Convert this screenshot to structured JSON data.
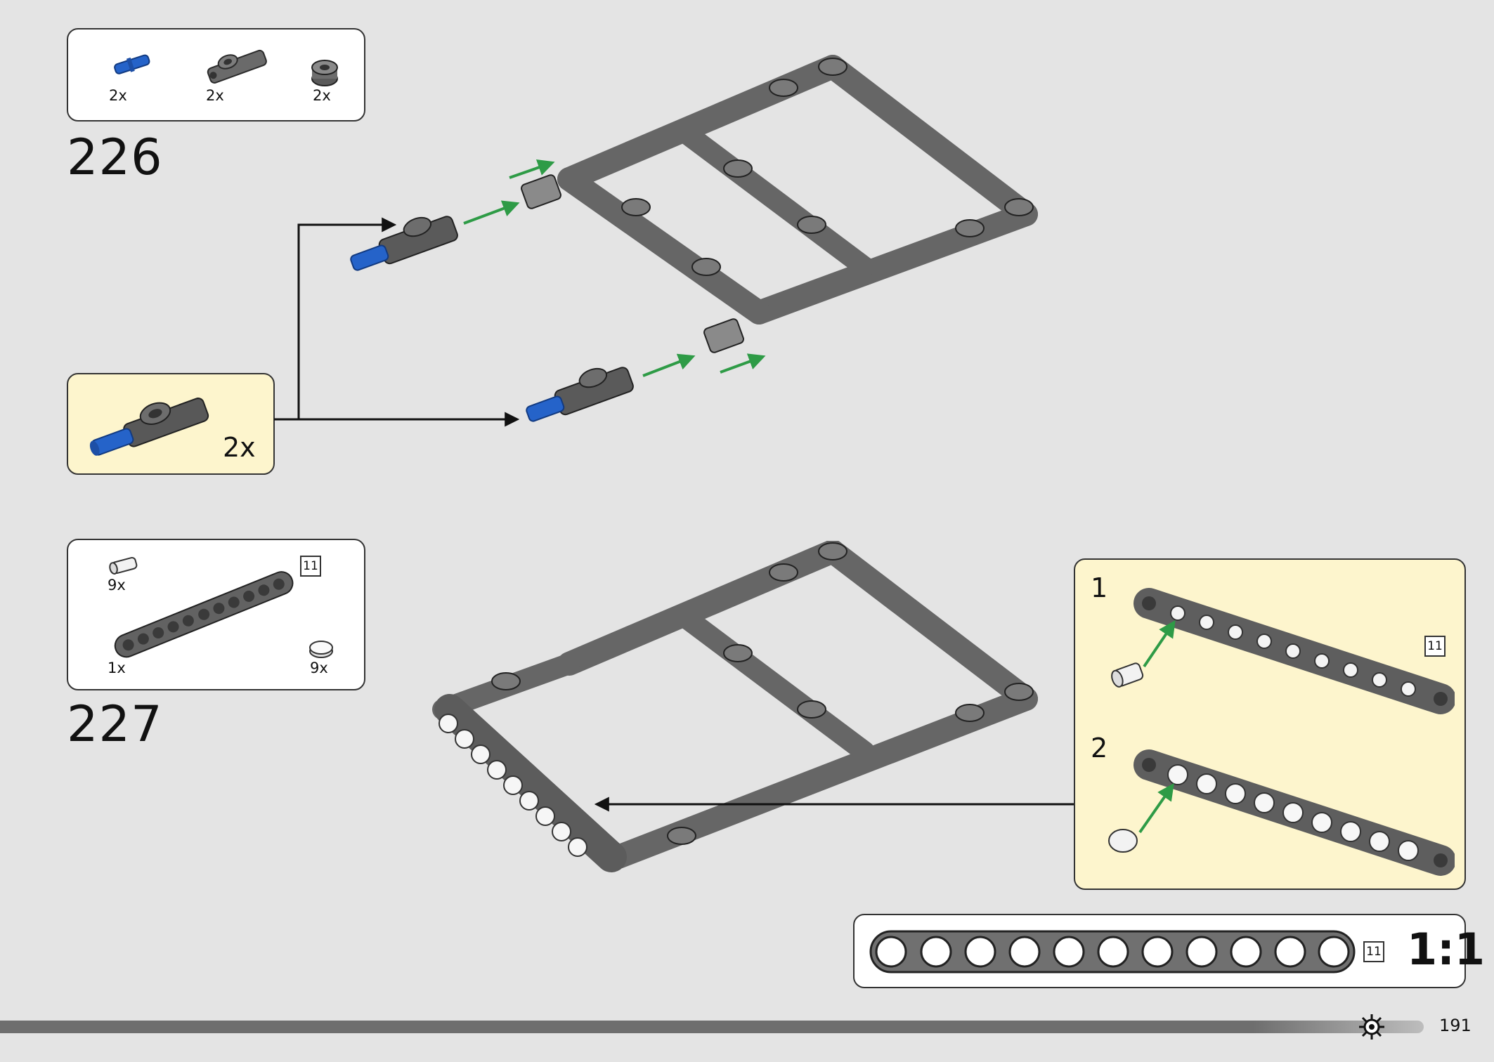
{
  "step226": {
    "number": "226",
    "parts": [
      {
        "qty": "2x",
        "icon": "blue-pin-icon"
      },
      {
        "qty": "2x",
        "icon": "axle-connector-icon"
      },
      {
        "qty": "2x",
        "icon": "bush-icon"
      }
    ],
    "subassembly_qty": "2x"
  },
  "step227": {
    "number": "227",
    "parts": [
      {
        "qty": "9x",
        "icon": "pin-white-icon"
      },
      {
        "qty": "1x",
        "icon": "beam-11-icon",
        "length": "11"
      },
      {
        "qty": "9x",
        "icon": "cap-white-icon"
      }
    ],
    "substeps": [
      {
        "num": "1",
        "length": "11"
      },
      {
        "num": "2"
      }
    ]
  },
  "scale_ref": {
    "length": "11",
    "ratio": "1:1",
    "holes": 11
  },
  "footer": {
    "page_number": "191",
    "icon": "gear-sun-icon"
  },
  "colors": {
    "background": "#e4e4e4",
    "callout": "#fdf5cd",
    "beam": "#5f5f5f",
    "arrow_green": "#2e9b46",
    "pin_blue": "#1f5fc7"
  }
}
